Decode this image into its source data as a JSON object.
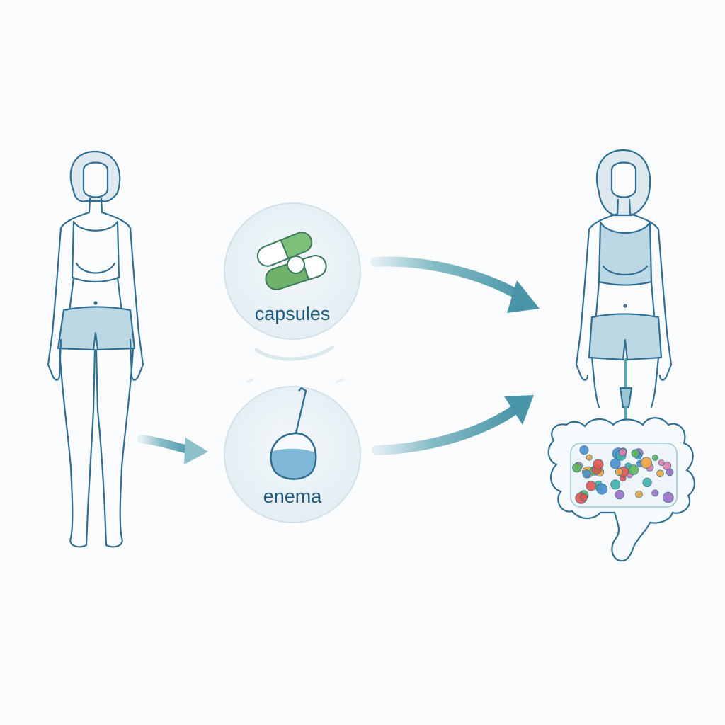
{
  "options": [
    {
      "label": "capsules",
      "icon": "capsules-icon"
    },
    {
      "label": "enema",
      "icon": "enema-bulb-icon"
    }
  ],
  "figures": {
    "before": "standing-woman-before",
    "after": "standing-woman-after"
  },
  "result": {
    "icon": "colon-microbiome-icon"
  },
  "colors": {
    "outline": "#2f6f93",
    "fill": "#bcd8e4",
    "arrow": "#5ea5b4",
    "circle": "#e9f1f5",
    "capsule_green": "#6fb26b",
    "liquid": "#7fb8d8"
  }
}
